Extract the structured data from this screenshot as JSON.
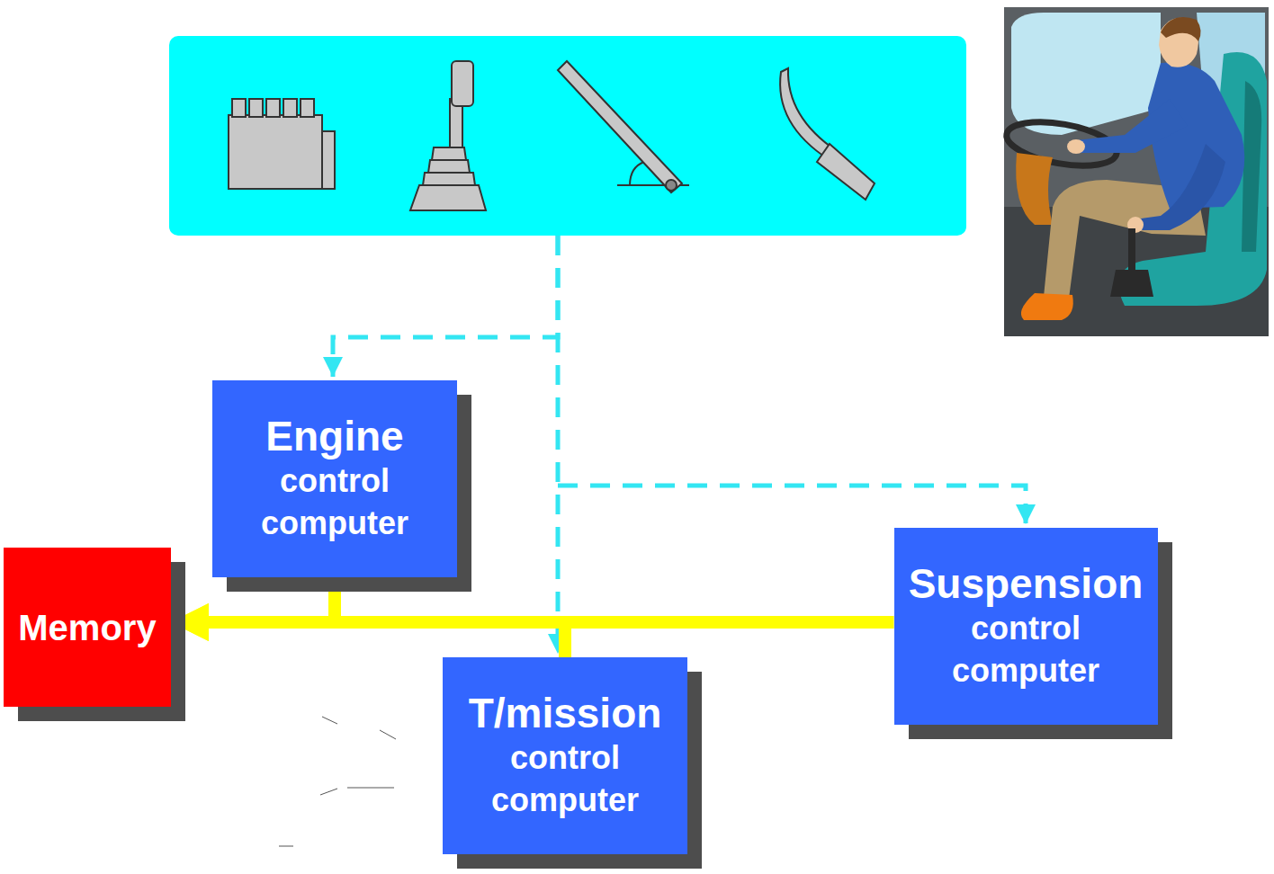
{
  "diagram": {
    "nodes": [
      {
        "text": [
          "Engine",
          "control computer"
        ]
      },
      {
        "text": [
          "Suspension",
          "control computer"
        ]
      },
      {
        "text": [
          "Memory"
        ]
      },
      {
        "text": [
          "T/mission",
          "control computer"
        ]
      }
    ],
    "edges": [
      {
        "from": 0,
        "to": 2,
        "arrow": "to"
      },
      {
        "from": 1,
        "to": 2,
        "arrow": "to"
      },
      {
        "from": 3,
        "to": 2,
        "arrow": "to"
      }
    ]
  }
}
